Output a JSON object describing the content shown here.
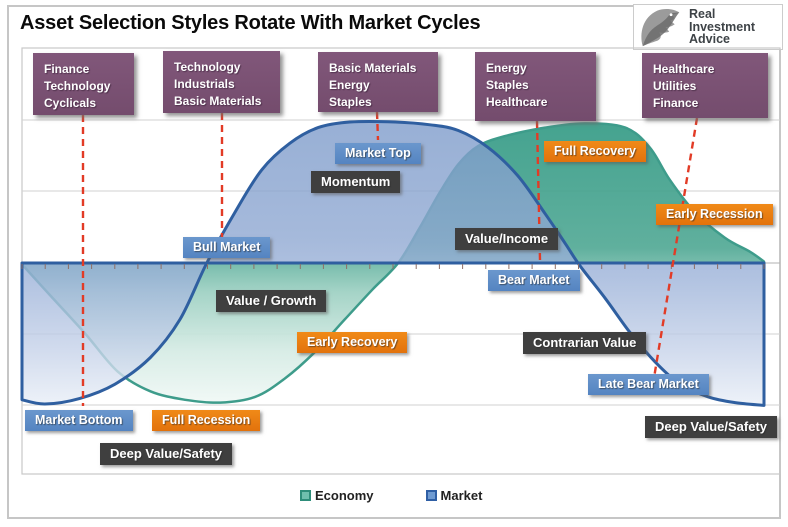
{
  "title": "Asset Selection Styles Rotate With Market Cycles",
  "logo": {
    "icon": "eagle-icon",
    "lines": [
      "Real",
      "Investment",
      "Advice"
    ]
  },
  "sector_boxes": [
    {
      "lines": [
        "Finance",
        "Technology",
        "Cyclicals"
      ]
    },
    {
      "lines": [
        "Technology",
        "Industrials",
        "Basic Materials"
      ]
    },
    {
      "lines": [
        "Basic Materials",
        "Energy",
        "Staples"
      ]
    },
    {
      "lines": [
        "Energy",
        "Staples",
        "Healthcare"
      ]
    },
    {
      "lines": [
        "Healthcare",
        "Utilities",
        "Finance"
      ]
    }
  ],
  "labels": {
    "market_bottom": "Market Bottom",
    "full_recession": "Full Recession",
    "deep_value_safety_left": "Deep Value/Safety",
    "bull_market": "Bull Market",
    "value_growth": "Value / Growth",
    "early_recovery": "Early Recovery",
    "market_top": "Market Top",
    "momentum": "Momentum",
    "value_income": "Value/Income",
    "bear_market": "Bear Market",
    "full_recovery": "Full Recovery",
    "contrarian_value": "Contrarian Value",
    "early_recession": "Early Recession",
    "late_bear_market": "Late Bear Market",
    "deep_value_safety_right": "Deep Value/Safety"
  },
  "legend": [
    {
      "label": "Economy",
      "color": "#3f9e8c"
    },
    {
      "label": "Market",
      "color": "#2f5fa5"
    }
  ],
  "colors": {
    "sector_box": "#7c5174",
    "blue_label": "#5b8dc6",
    "orange_label": "#e8790f",
    "dark_label": "#3f3f3f",
    "red_dash": "#e23b26",
    "economy_line": "#3e9c8b",
    "market_line": "#2f5fa0"
  },
  "chart_data": {
    "type": "area",
    "title": "Asset Selection Styles Rotate With Market Cycles",
    "xlabel": "",
    "ylabel": "",
    "x_range": [
      0,
      100
    ],
    "ylim": [
      -1.1,
      1.1
    ],
    "baseline": 0,
    "grid": "horizontal",
    "legend_position": "bottom",
    "note": "Conceptual cycle chart; x = cycle progression (arbitrary 0-100), y = normalized level vs baseline",
    "series": [
      {
        "name": "Economy",
        "points": [
          [
            0,
            -0.01
          ],
          [
            3.8,
            -0.23
          ],
          [
            8.5,
            -0.5
          ],
          [
            12.9,
            -0.77
          ],
          [
            17.3,
            -0.91
          ],
          [
            22,
            -0.97
          ],
          [
            26.7,
            -0.99
          ],
          [
            31.4,
            -0.95
          ],
          [
            35.4,
            -0.82
          ],
          [
            39.5,
            -0.63
          ],
          [
            43.5,
            -0.4
          ],
          [
            47.2,
            -0.19
          ],
          [
            50.7,
            0
          ],
          [
            53.6,
            0.25
          ],
          [
            56.3,
            0.5
          ],
          [
            58.8,
            0.7
          ],
          [
            61.5,
            0.83
          ],
          [
            65.1,
            0.9
          ],
          [
            70.5,
            0.96
          ],
          [
            75.9,
            0.99
          ],
          [
            81.3,
            0.96
          ],
          [
            84.6,
            0.82
          ],
          [
            87.3,
            0.59
          ],
          [
            90.7,
            0.36
          ],
          [
            94.7,
            0.18
          ],
          [
            98.1,
            0.08
          ],
          [
            100,
            0.01
          ]
        ]
      },
      {
        "name": "Market",
        "points": [
          [
            0,
            -0.97
          ],
          [
            3.1,
            -1
          ],
          [
            7.8,
            -0.96
          ],
          [
            12.5,
            -0.86
          ],
          [
            17.3,
            -0.67
          ],
          [
            21.3,
            -0.4
          ],
          [
            24.9,
            0
          ],
          [
            28.7,
            0.36
          ],
          [
            32.3,
            0.66
          ],
          [
            36.1,
            0.85
          ],
          [
            39.9,
            0.96
          ],
          [
            44.2,
            1
          ],
          [
            50.3,
            1
          ],
          [
            55,
            0.98
          ],
          [
            58.8,
            0.94
          ],
          [
            62.8,
            0.82
          ],
          [
            66.8,
            0.62
          ],
          [
            70.5,
            0.35
          ],
          [
            73.2,
            0.14
          ],
          [
            75.2,
            -0.02
          ],
          [
            78.6,
            -0.25
          ],
          [
            81.9,
            -0.49
          ],
          [
            85.3,
            -0.7
          ],
          [
            88.7,
            -0.86
          ],
          [
            92.5,
            -0.95
          ],
          [
            96.1,
            -0.99
          ],
          [
            100,
            -1.01
          ]
        ]
      }
    ]
  }
}
